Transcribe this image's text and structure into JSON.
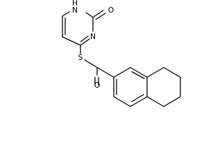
{
  "molecule": {
    "atoms": {
      "nh": "N",
      "nh_h": "H",
      "oxo_top": "O",
      "n3": "N",
      "s": "S",
      "oxo_ketone": "O"
    }
  }
}
